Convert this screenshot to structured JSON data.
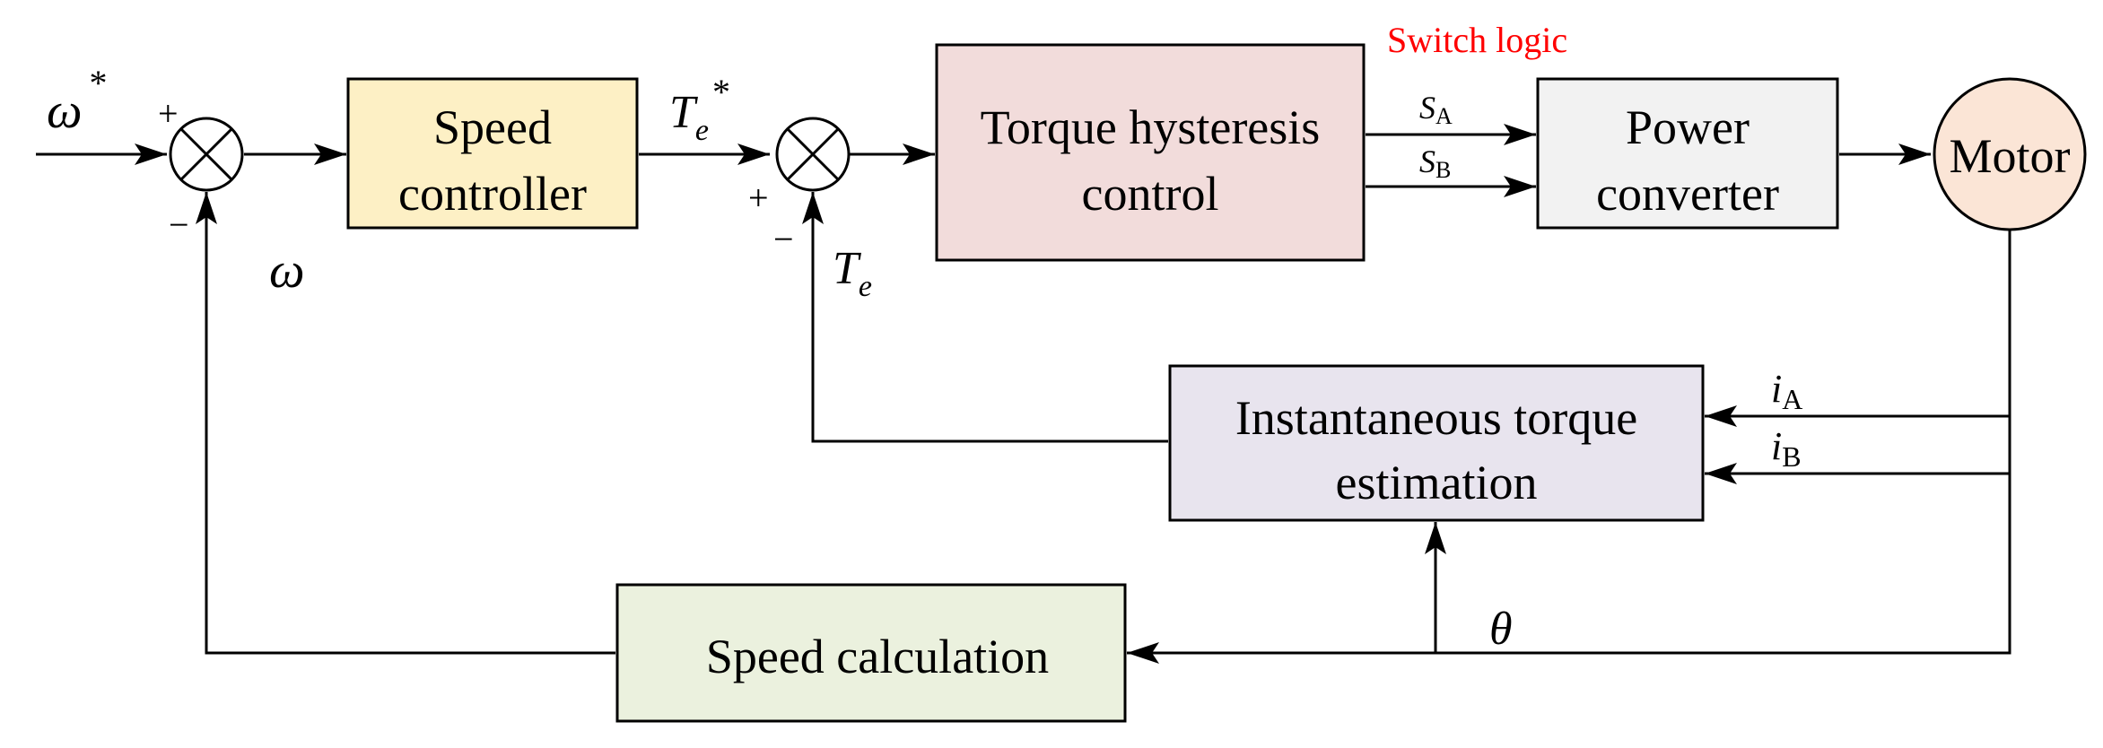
{
  "blocks": {
    "speed_controller": {
      "lines": [
        "Speed",
        "controller"
      ],
      "fill": "#fdf0c5"
    },
    "torque_hysteresis": {
      "lines": [
        "Torque hysteresis",
        "control"
      ],
      "fill": "#f2dcdb"
    },
    "power_converter": {
      "lines": [
        "Power",
        "converter"
      ],
      "fill": "#f2f2f2"
    },
    "motor": {
      "label": "Motor",
      "fill": "#fbe5d6"
    },
    "torque_estimation": {
      "lines": [
        "Instantaneous torque",
        "estimation"
      ],
      "fill": "#e8e4ee"
    },
    "speed_calculation": {
      "label": "Speed calculation",
      "fill": "#ebf1de"
    }
  },
  "annotations": {
    "switch_logic": {
      "text": "Switch logic",
      "color": "#ff0000"
    }
  },
  "signals": {
    "omega_ref": {
      "symbol": "ω",
      "sup": "*"
    },
    "omega": {
      "symbol": "ω"
    },
    "te_ref": {
      "symbol": "T",
      "sub": "e",
      "sup": "*"
    },
    "te": {
      "symbol": "T",
      "sub": "e"
    },
    "sa": {
      "symbol": "S",
      "sub": "A"
    },
    "sb": {
      "symbol": "S",
      "sub": "B"
    },
    "ia": {
      "symbol": "i",
      "sub": "A"
    },
    "ib": {
      "symbol": "i",
      "sub": "B"
    },
    "theta": {
      "symbol": "θ"
    }
  },
  "signs": {
    "sum1_plus": "+",
    "sum1_minus": "−",
    "sum2_plus": "+",
    "sum2_minus": "−"
  }
}
